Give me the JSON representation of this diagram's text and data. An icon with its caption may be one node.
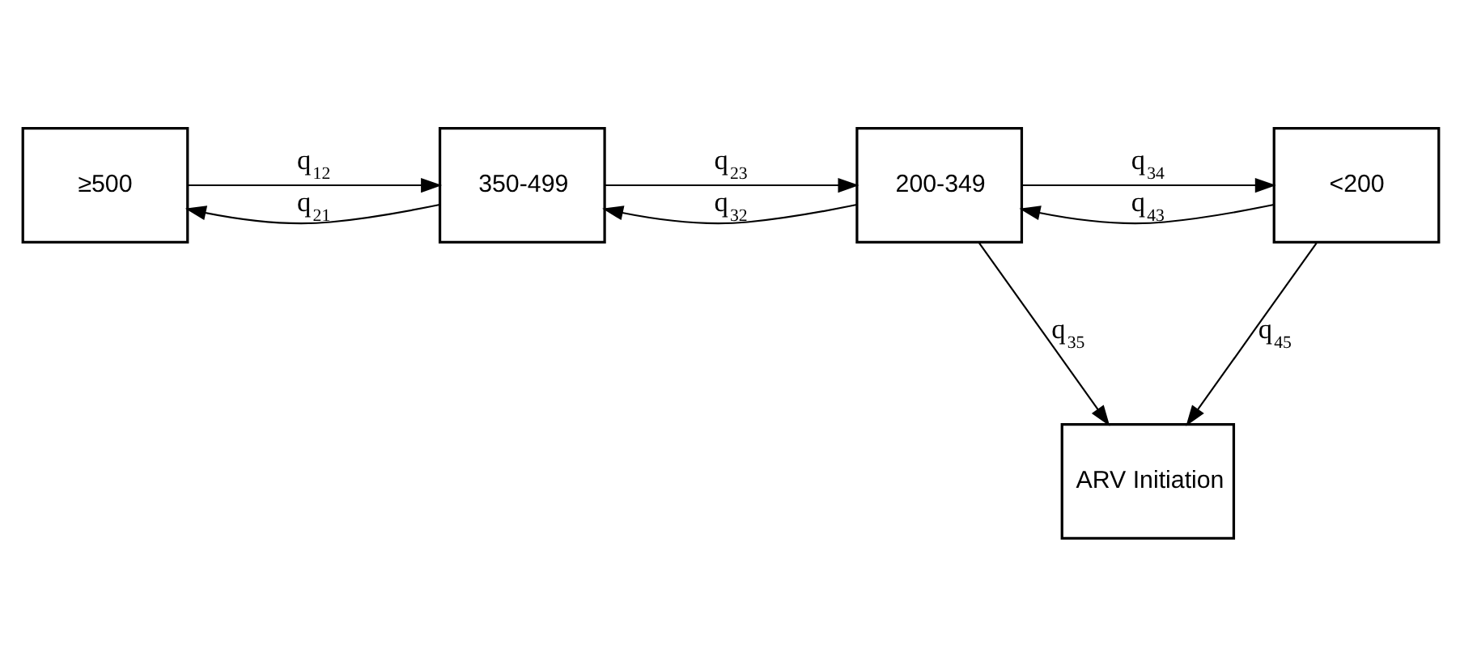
{
  "diagram": {
    "nodes": [
      {
        "text": [
          "≥500"
        ]
      },
      {
        "text": [
          "350-499"
        ]
      },
      {
        "text": [
          "200-349"
        ]
      },
      {
        "text": [
          "<200"
        ]
      },
      {
        "text": [
          "ARV Initiation"
        ]
      }
    ],
    "edges": [
      {
        "from": 0,
        "to": 1,
        "arrow": "to",
        "label": "q$_{12}$"
      },
      {
        "from": 1,
        "to": 0,
        "arrow": "to",
        "label": "q$_{21}$"
      },
      {
        "from": 1,
        "to": 2,
        "arrow": "to",
        "label": "q$_{23}$"
      },
      {
        "from": 2,
        "to": 1,
        "arrow": "to",
        "label": "q$_{32}$"
      },
      {
        "from": 2,
        "to": 3,
        "arrow": "to",
        "label": "q$_{34}$"
      },
      {
        "from": 3,
        "to": 2,
        "arrow": "to",
        "label": "q$_{43}$"
      },
      {
        "from": 2,
        "to": 4,
        "arrow": "to",
        "label": "q$_{35}$"
      },
      {
        "from": 3,
        "to": 4,
        "arrow": "to",
        "label": "q$_{45}$"
      }
    ]
  }
}
